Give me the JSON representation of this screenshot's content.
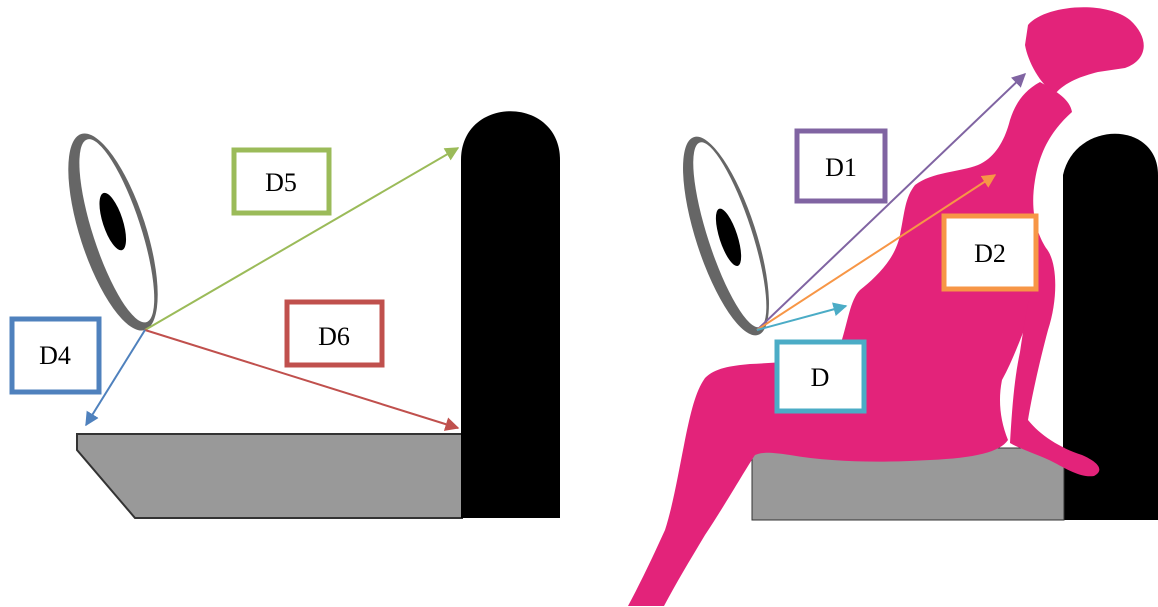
{
  "colors": {
    "background": "#ffffff",
    "seat": "#999999",
    "seat_edge": "#333333",
    "backrest": "#000000",
    "airbag_ring": "#666666",
    "airbag_center": "#000000",
    "occupant": "#e3237a",
    "d1": "#8064a2",
    "d2": "#f79646",
    "d": "#4bacc6",
    "d4": "#4f81bd",
    "d5": "#9bbb59",
    "d6": "#c0504d"
  },
  "icons": {
    "sensor": "eye-shaped-sensor-icon",
    "occupant": "pregnant-occupant-silhouette-icon"
  },
  "left_panel": {
    "labels": {
      "d5": "D5",
      "d4": "D4",
      "d6": "D6"
    }
  },
  "right_panel": {
    "labels": {
      "d1": "D1",
      "d2": "D2",
      "d": "D"
    }
  }
}
